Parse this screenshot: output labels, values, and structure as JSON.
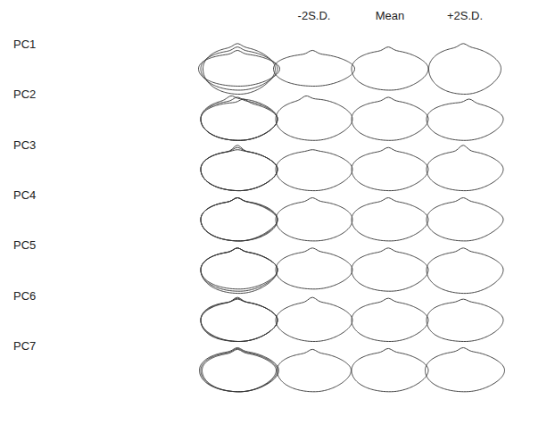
{
  "diagram": {
    "labels": [
      "-2S.D.",
      "Mean",
      "+2S.D.",
      "PC1",
      "PC2",
      "PC3",
      "PC4",
      "PC5",
      "PC6",
      "PC7"
    ]
  }
}
